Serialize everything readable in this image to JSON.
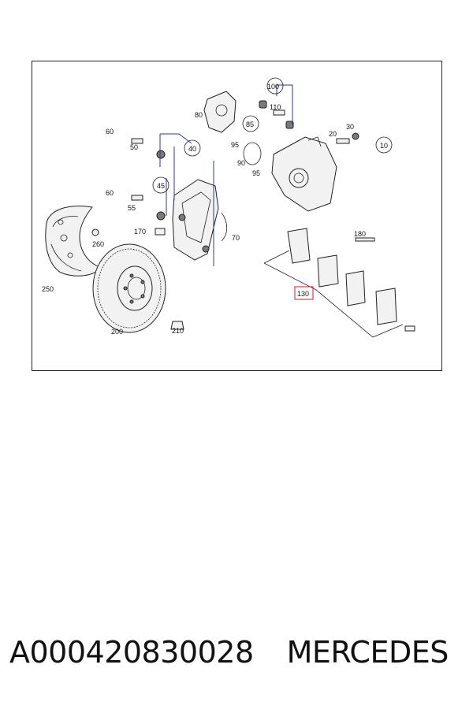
{
  "diagram": {
    "callouts": [
      "10",
      "20",
      "30",
      "40",
      "45",
      "50",
      "55",
      "60",
      "60b",
      "70",
      "80",
      "85",
      "90",
      "95",
      "95b",
      "100",
      "110",
      "130",
      "170",
      "180",
      "200",
      "210",
      "250",
      "260"
    ],
    "labels": {
      "c10": "10",
      "c20": "20",
      "c30": "30",
      "c40": "40",
      "c45": "45",
      "c50": "50",
      "c55": "55",
      "c60": "60",
      "c60b": "60",
      "c70": "70",
      "c80": "80",
      "c85": "85",
      "c90": "90",
      "c95": "95",
      "c95b": "95",
      "c100": "100",
      "c110": "110",
      "c130": "130",
      "c170": "170",
      "c180": "180",
      "c200": "200",
      "c210": "210",
      "c250": "250",
      "c260": "260"
    },
    "highlight_color": "#d9434a",
    "callout_line_color": "#2a3b8f"
  },
  "caption": {
    "part_number": "A000420830028",
    "brand": "MERCEDES"
  }
}
